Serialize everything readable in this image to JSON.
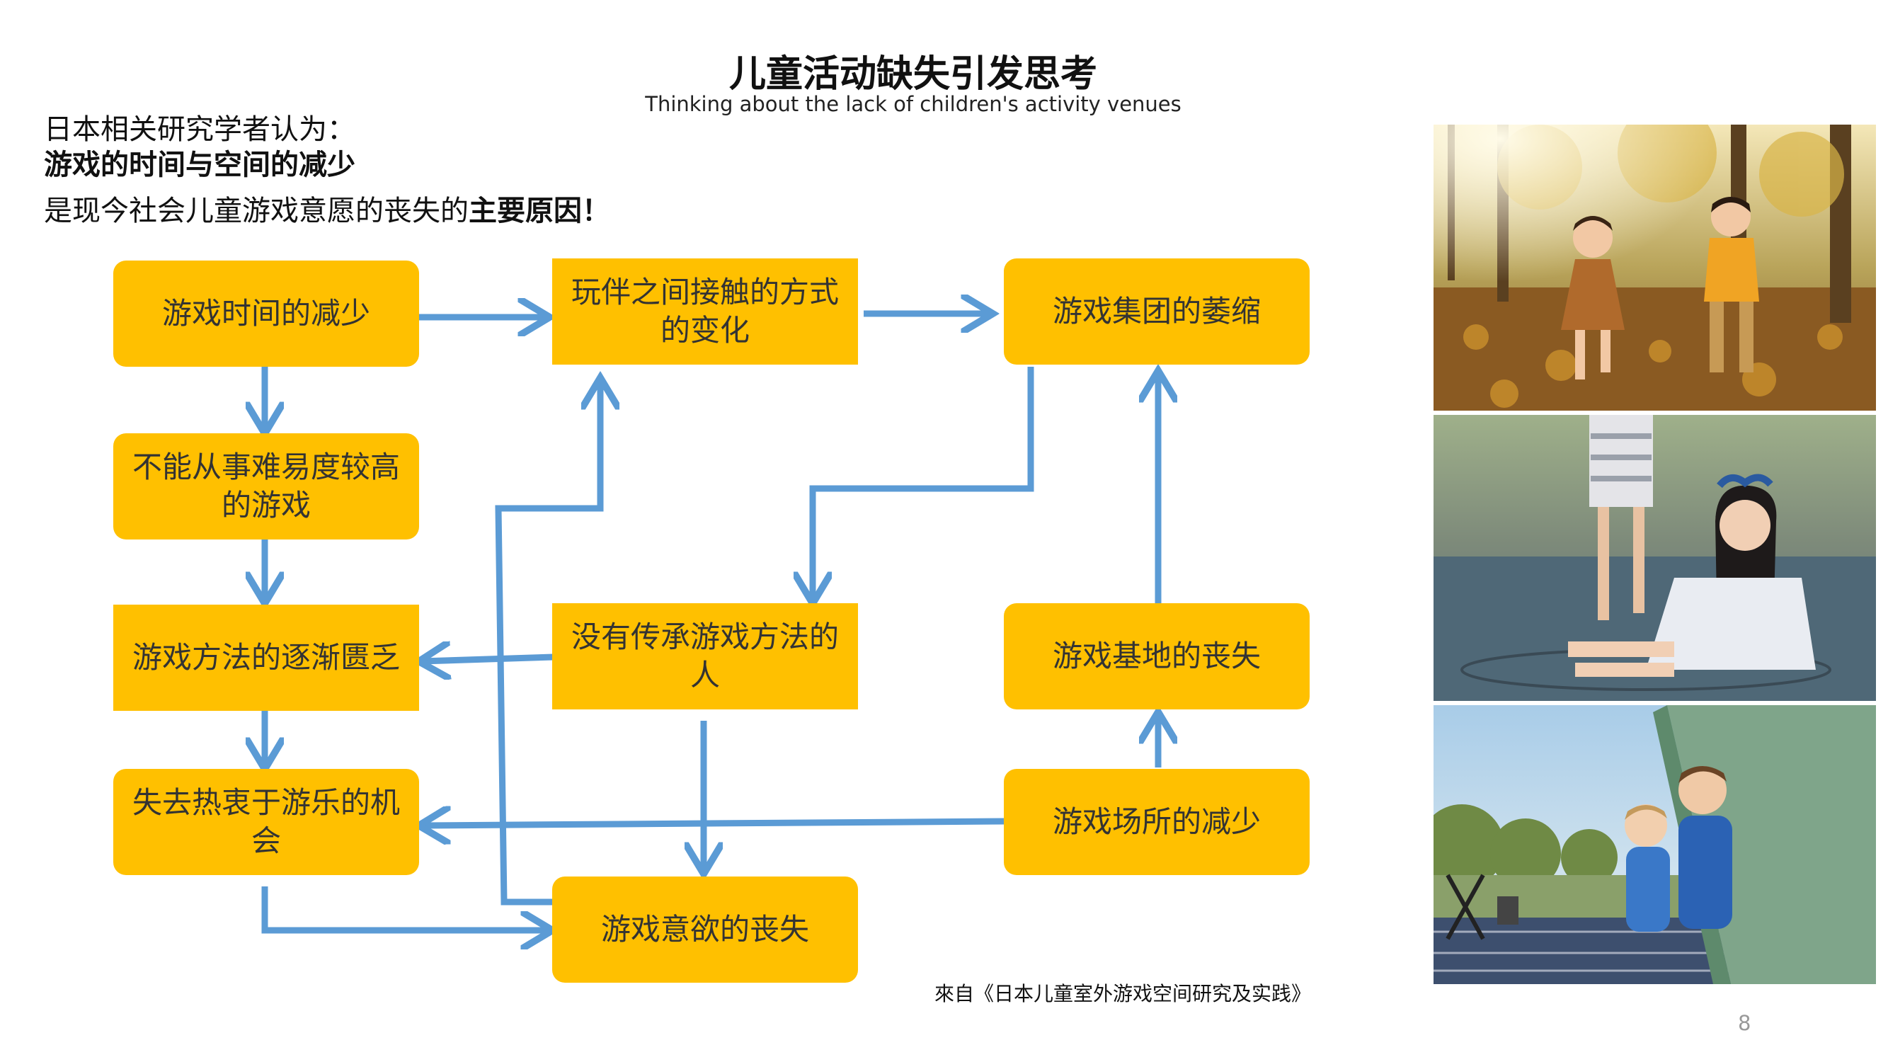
{
  "header": {
    "title": "儿童活动缺失引发思考",
    "subtitle": "Thinking about the lack of children's activity venues"
  },
  "intro": {
    "line1": "日本相关研究学者认为：",
    "line2": "游戏的时间与空间的减少",
    "line3_prefix": "是现今社会儿童游戏意愿的丧失的",
    "line3_bold": "主要原因！"
  },
  "nodes": {
    "play_time": "游戏时间的减少",
    "contact": "玩伴之间接触的方式的变化",
    "group": "游戏集团的萎缩",
    "difficulty": "不能从事难易度较高的游戏",
    "methods": "游戏方法的逐渐匮乏",
    "no_inherit": "没有传承游戏方法的人",
    "base": "游戏基地的丧失",
    "passion": "失去热衷于游乐的机会",
    "places": "游戏场所的减少",
    "desire": "游戏意欲的丧失"
  },
  "source": "來自《日本儿童室外游戏空间研究及实践》",
  "page_number": "8",
  "colors": {
    "node_fill": "#FFC000",
    "arrow": "#5B9BD5"
  }
}
